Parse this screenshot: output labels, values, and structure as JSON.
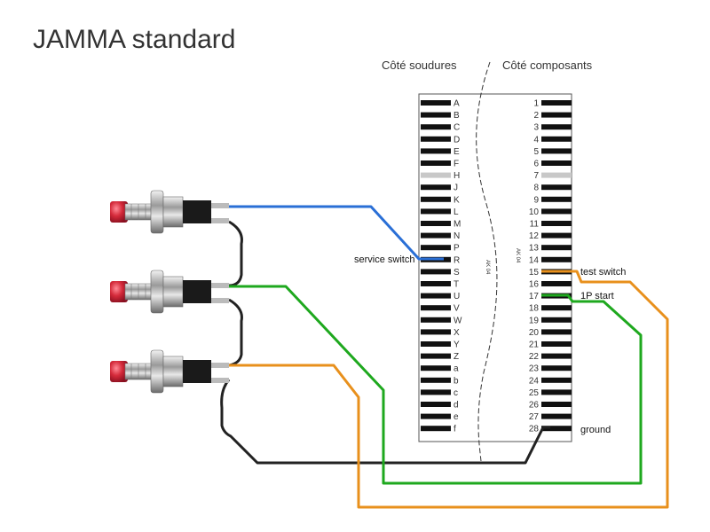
{
  "title": "JAMMA standard",
  "sides": {
    "solder": "Côté soudures",
    "component": "Côté composants"
  },
  "board_marking": "AK 04",
  "solder_pins": [
    "A",
    "B",
    "C",
    "D",
    "E",
    "F",
    "H",
    "J",
    "K",
    "L",
    "M",
    "N",
    "P",
    "R",
    "S",
    "T",
    "U",
    "V",
    "W",
    "X",
    "Y",
    "Z",
    "a",
    "b",
    "c",
    "d",
    "e",
    "f"
  ],
  "component_pins": [
    "1",
    "2",
    "3",
    "4",
    "5",
    "6",
    "7",
    "8",
    "9",
    "10",
    "11",
    "12",
    "13",
    "14",
    "15",
    "16",
    "17",
    "18",
    "19",
    "20",
    "21",
    "22",
    "23",
    "24",
    "25",
    "26",
    "27",
    "28"
  ],
  "key_index": 6,
  "wires": [
    {
      "label": "service switch",
      "color": "#2a6fd6",
      "pin": "R"
    },
    {
      "label": "test switch",
      "color": "#e8901c",
      "pin": "15"
    },
    {
      "label": "1P start",
      "color": "#1ea81e",
      "pin": "17"
    },
    {
      "label": "ground",
      "color": "#222222",
      "pin": "28"
    }
  ],
  "colors": {
    "contact": "#111111",
    "key": "#c8c8c8",
    "board_border": "#555555",
    "button_red": "#d42a3a"
  },
  "icons": [
    "push-button-icon",
    "push-button-icon",
    "push-button-icon"
  ]
}
